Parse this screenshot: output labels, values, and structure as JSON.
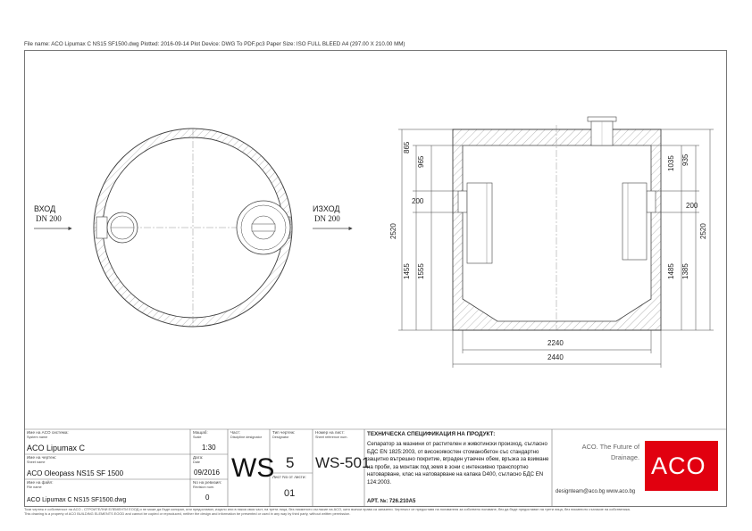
{
  "header": {
    "file_info": "File name: ACO Lipumax C NS15 SF1500.dwg    Plotted: 2016-09-14    Plot Device: DWG To PDF.pc3    Paper Size: ISO FULL BLEED A4 (297.00 X 210.00 MM)"
  },
  "plan": {
    "inlet_label": "ВХОД",
    "inlet_dn": "DN 200",
    "outlet_label": "ИЗХОД",
    "outlet_dn": "DN 200"
  },
  "section": {
    "dims": {
      "d865": "865",
      "d965": "965",
      "d200_left": "200",
      "d2520_left": "2520",
      "d1455": "1455",
      "d1555": "1555",
      "d1035": "1035",
      "d935": "935",
      "d200_right": "200",
      "d2520_right": "2520",
      "d1485": "1485",
      "d1385": "1385",
      "d2240": "2240",
      "d2440": "2440"
    }
  },
  "title_block": {
    "system_label": "Име на ACO система:",
    "system_label_en": "System name",
    "system_value": "ACO Lipumax C",
    "sheet_label": "Име на чертеж:",
    "sheet_label_en": "Sheet name",
    "sheet_value": "ACO Oleopass  NS15 SF 1500",
    "file_label": "Име на файл:",
    "file_label_en": "File name",
    "file_value": "ACO Lipumax C NS15 SF1500.dwg",
    "scale_label": "Мащаб:",
    "scale_label_en": "Scale",
    "scale_value": "1:30",
    "date_label": "Дата:",
    "date_label_en": "Date",
    "date_value": "09/2016",
    "rev_label": "No на ревизия:",
    "rev_label_en": "Revision num.",
    "rev_value": "0",
    "part_label": "Част:",
    "part_label_en": "Discipline designator",
    "part_value": "WS",
    "type_label": "Тип чертеж:",
    "type_label_en": "Designator",
    "type_value": "5",
    "sheetno_label": "Лист No от листи:",
    "sheetno_value": "01",
    "ref_label": "Номер на лист:",
    "ref_label_en": "Sheet reference num.",
    "ref_value": "WS-501",
    "spec_title": "ТЕХНИЧЕСКА СПЕЦИФИКАЦИЯ НА ПРОДУКТ:",
    "spec_text": "Сепаратор за мазнини от растителен и животински произход, съгласно БДС EN 1825:2003, от високоякостен стоманобетон със стандартно защитно вътрешно покритие, вграден утаечен обем, връзка за взимане на проби, за монтаж под земя в зони с интензивно транспортно натоварване, клас на натоварване на капака D400, съгласно БДС EN 124:2003.",
    "art_no": "АРТ. №: 726.210А5",
    "tagline": "ACO. The Future of Drainage.",
    "contacts": "designteam@aco.bg   www.aco.bg",
    "logo_text": "ACO"
  },
  "footer": {
    "line1": "Този чертеж е собственост на ACO - СТРОИТЕЛНИ ЕЛЕМЕНТИ ЕООД и не може да бъде копиран, или предоставян, изцяло или в някоя своя част, на трети лица, без писменото съгласие на ACO, като всички права са запазени. Чертежът се предоставя на ползвателя за собствено ползване, без да бъде предоставян на трети лица, без писменото съгласие на собственика.",
    "line2": "This drawing is a property of ACO BUILDING ELEMENTS EOOD and cannot be copied or reproduced, neither the design and information be presented or used in any way by third party, without written permission."
  }
}
